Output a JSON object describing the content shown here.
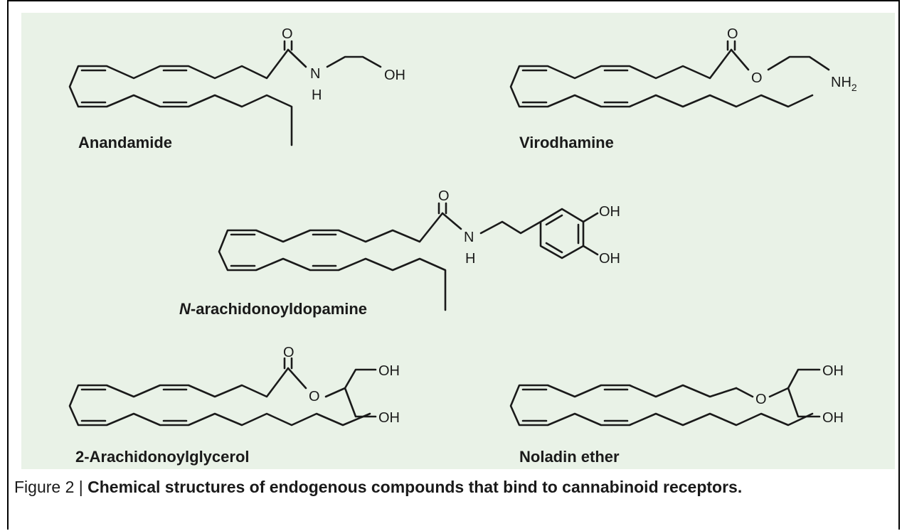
{
  "compounds": [
    {
      "name": "Anandamide"
    },
    {
      "name": "Virodhamine"
    },
    {
      "name_prefix": "N",
      "name_rest": "-arachidonoyldopamine"
    },
    {
      "name": "2-Arachidonoylglycerol"
    },
    {
      "name": "Noladin ether"
    }
  ],
  "atoms": {
    "o": "O",
    "n": "N",
    "h": "H",
    "oh": "OH",
    "nh": "NH",
    "two": "2"
  },
  "caption": {
    "label": "Figure 2 | ",
    "title": "Chemical structures of endogenous compounds that bind to cannabinoid receptors."
  }
}
